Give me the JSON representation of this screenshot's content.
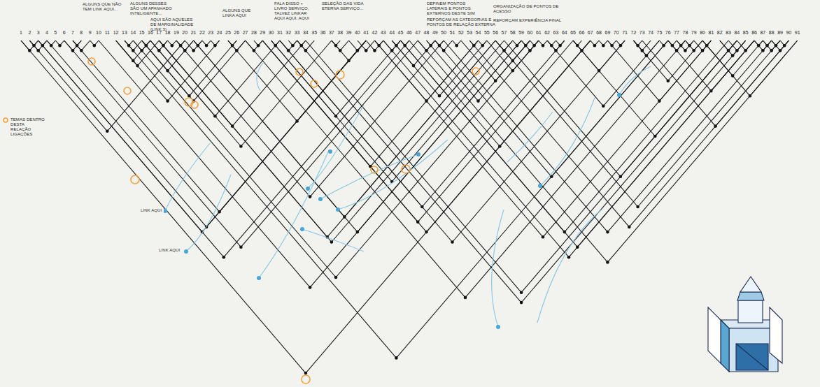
{
  "diagram": {
    "labels": [
      "ALGUNS QUE NÃO TEM LINK AQUI...",
      "ALGUNS DESSES SÃO UM APANHADO INTELIGENTE...",
      "AQUI SÃO AQUELES DE MARGINALIDADE (LINK 3)",
      "ALGUNS QUE LINKA AQUI",
      "FALA DISSO + LIVRO SERVIÇO, TALVEZ LINKAR AQUI AQUI, AQUI",
      "SELEÇÃO DAS VIDA ETERNA SERVIÇO...",
      "DEFINEM PONTOS LATERAIS E PONTOS EXTERNOS DESTE SIM",
      "REFORÇAM AS CATEGORIAS E PONTOS DE RELAÇÃO EXTERNA",
      "ORGANIZAÇÃO DE PONTOS DE ACESSO",
      "REFORÇAM EXPERIÊNCIA FINAL",
      "TEMAS DENTRO DESTA RELAÇÃO LIGAÇÕES",
      "LINK AQUI",
      "LINK AQUI",
      "1",
      "2",
      "3",
      "4",
      "5",
      "6",
      "7",
      "8",
      "9",
      "10",
      "11",
      "12",
      "13",
      "14",
      "15",
      "16",
      "17",
      "18",
      "19",
      "20",
      "21",
      "22",
      "23",
      "24",
      "25",
      "26",
      "27",
      "28",
      "29",
      "30",
      "31",
      "32",
      "33",
      "34",
      "35",
      "36",
      "37",
      "38",
      "39",
      "40",
      "41",
      "42",
      "43",
      "44",
      "45",
      "46",
      "47",
      "48",
      "49",
      "50",
      "51",
      "52",
      "53",
      "54",
      "55",
      "56",
      "57",
      "58",
      "59",
      "60",
      "61",
      "62",
      "63",
      "64",
      "65",
      "66",
      "67",
      "68",
      "69",
      "70",
      "71",
      "72",
      "73",
      "74",
      "75",
      "76",
      "77",
      "78",
      "79",
      "80",
      "81",
      "82",
      "83",
      "84",
      "85",
      "86",
      "87",
      "88",
      "89",
      "90",
      "91"
    ]
  }
}
